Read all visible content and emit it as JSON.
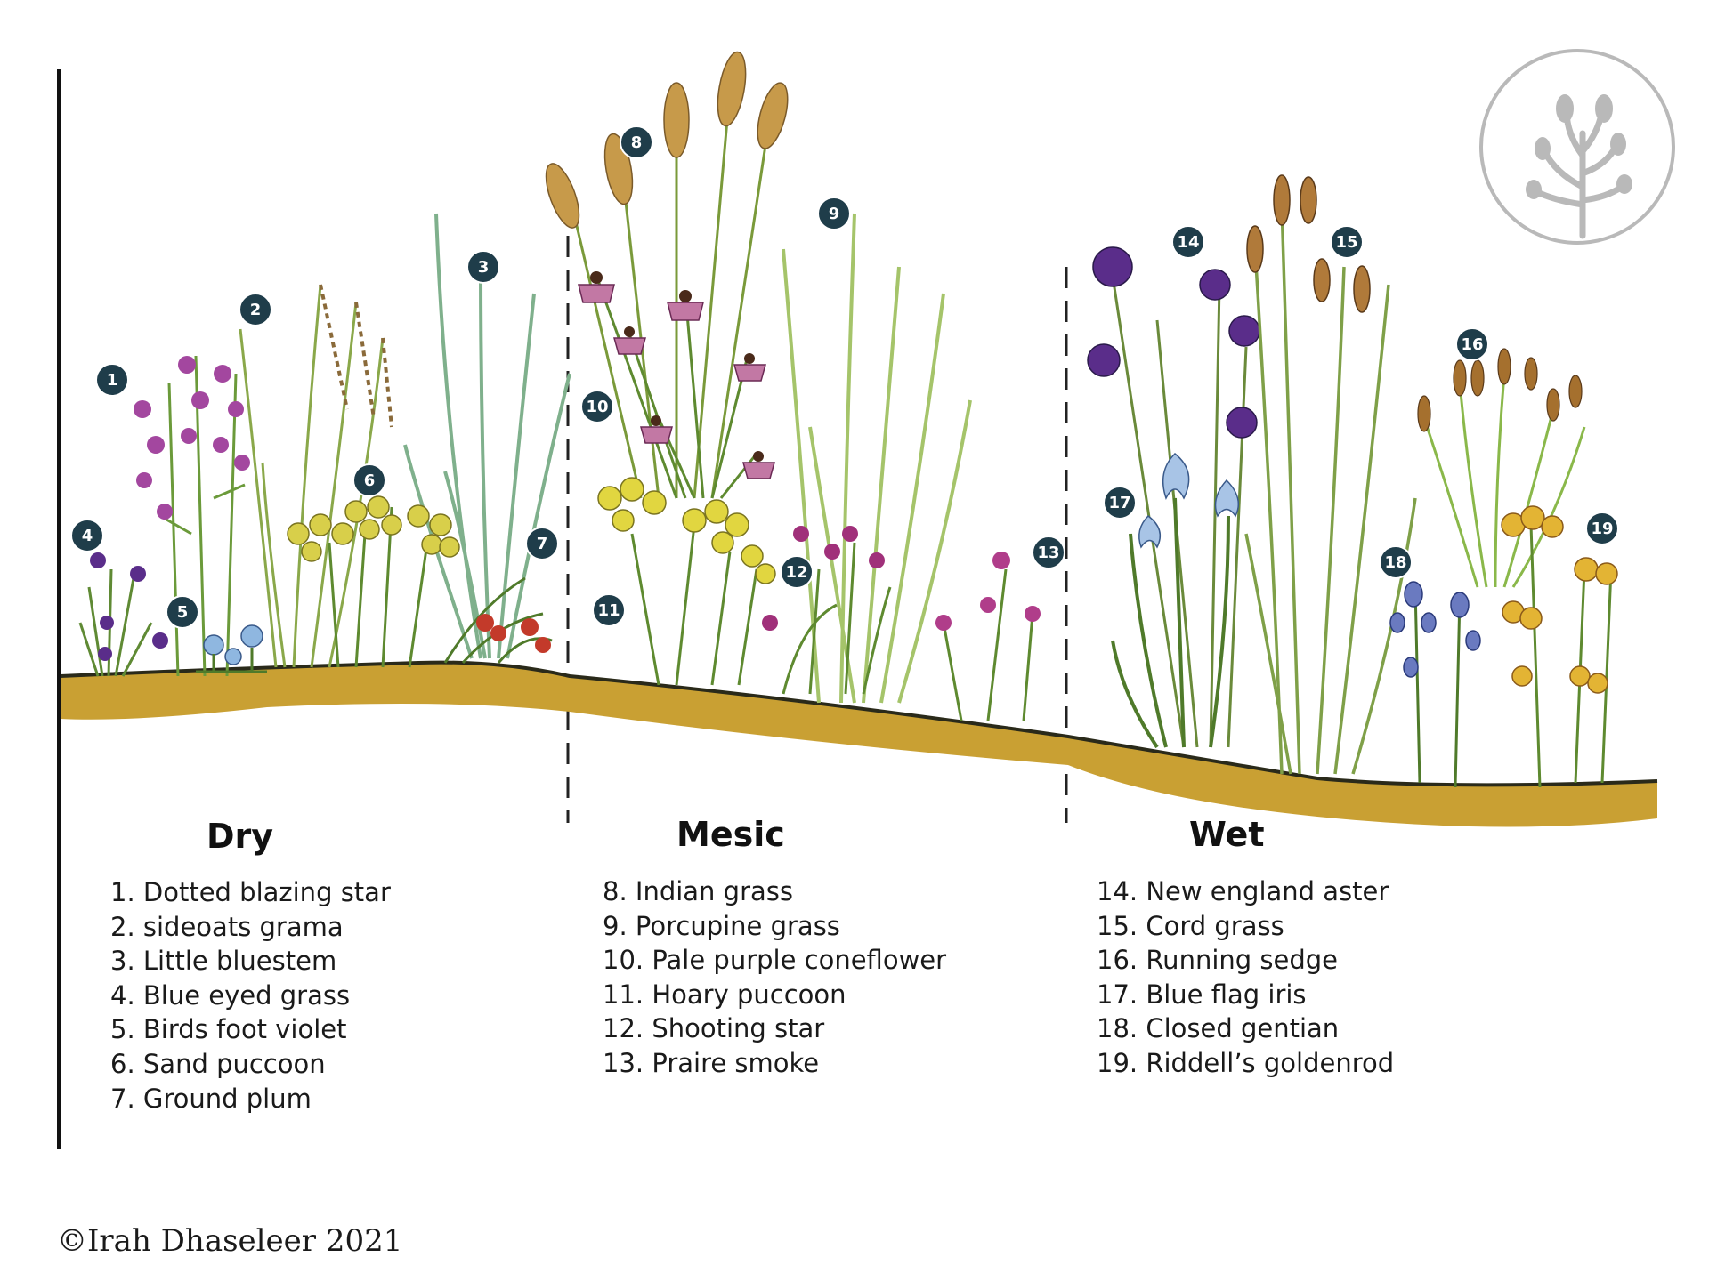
{
  "zones": [
    {
      "title": "Dry",
      "plants": [
        "1. Dotted blazing star",
        "2. sideoats grama",
        "3. Little bluestem",
        "4. Blue eyed grass",
        "5. Birds foot violet",
        "6. Sand puccoon",
        "7. Ground plum"
      ]
    },
    {
      "title": "Mesic",
      "plants": [
        "8. Indian grass",
        "9. Porcupine grass",
        "10. Pale purple coneflower",
        "11. Hoary puccoon",
        "12. Shooting star",
        "13. Praire smoke"
      ]
    },
    {
      "title": "Wet",
      "plants": [
        "14. New england aster",
        "15. Cord grass",
        "16. Running sedge",
        "17. Blue flag iris",
        "18. Closed gentian",
        "19. Riddell’s goldenrod"
      ]
    }
  ],
  "markers": [
    "1",
    "2",
    "3",
    "4",
    "5",
    "6",
    "7",
    "8",
    "9",
    "10",
    "11",
    "12",
    "13",
    "14",
    "15",
    "16",
    "17",
    "18",
    "19"
  ],
  "credit": "©Irah Dhaseleer 2021",
  "colors": {
    "soil": "#c9a033",
    "soil_edge": "#2a2a1a",
    "marker": "#1f3d4a",
    "logo": "#b9b9b9"
  }
}
